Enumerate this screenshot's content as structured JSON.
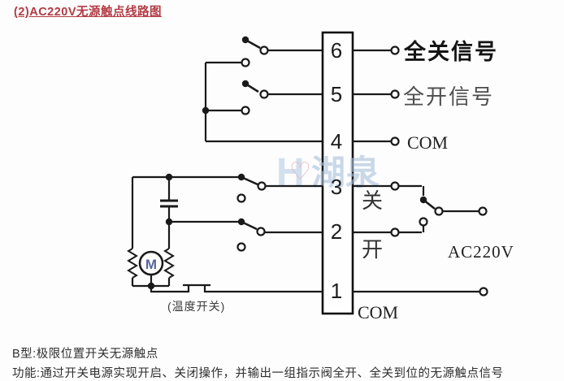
{
  "title": "(2)AC220V无源触点线路图",
  "diagram": {
    "terminals": {
      "t6": "6",
      "t5": "5",
      "t4": "4",
      "t3": "3",
      "t2": "2",
      "t1": "1"
    },
    "labels": {
      "full_close_signal": "全关信号",
      "full_open_signal": "全开信号",
      "com_top": "COM",
      "close": "关",
      "open": "开",
      "ac220v": "AC220V",
      "com_bottom": "COM",
      "temp_switch": "(温度开关)",
      "motor": "M"
    },
    "watermark": {
      "logo": "H",
      "heart": "♡",
      "text": "湖泉"
    }
  },
  "footer": {
    "line1": "B型:极限位置开关无源触点",
    "line2": "功能:通过开关电源实现开启、关闭操作，并输出一组指示阀全开、全关到位的无源触点信号"
  },
  "colors": {
    "title_red": "#b23b44",
    "wire": "#1a1a1a",
    "watermark_blue": "#a9c2dd"
  }
}
